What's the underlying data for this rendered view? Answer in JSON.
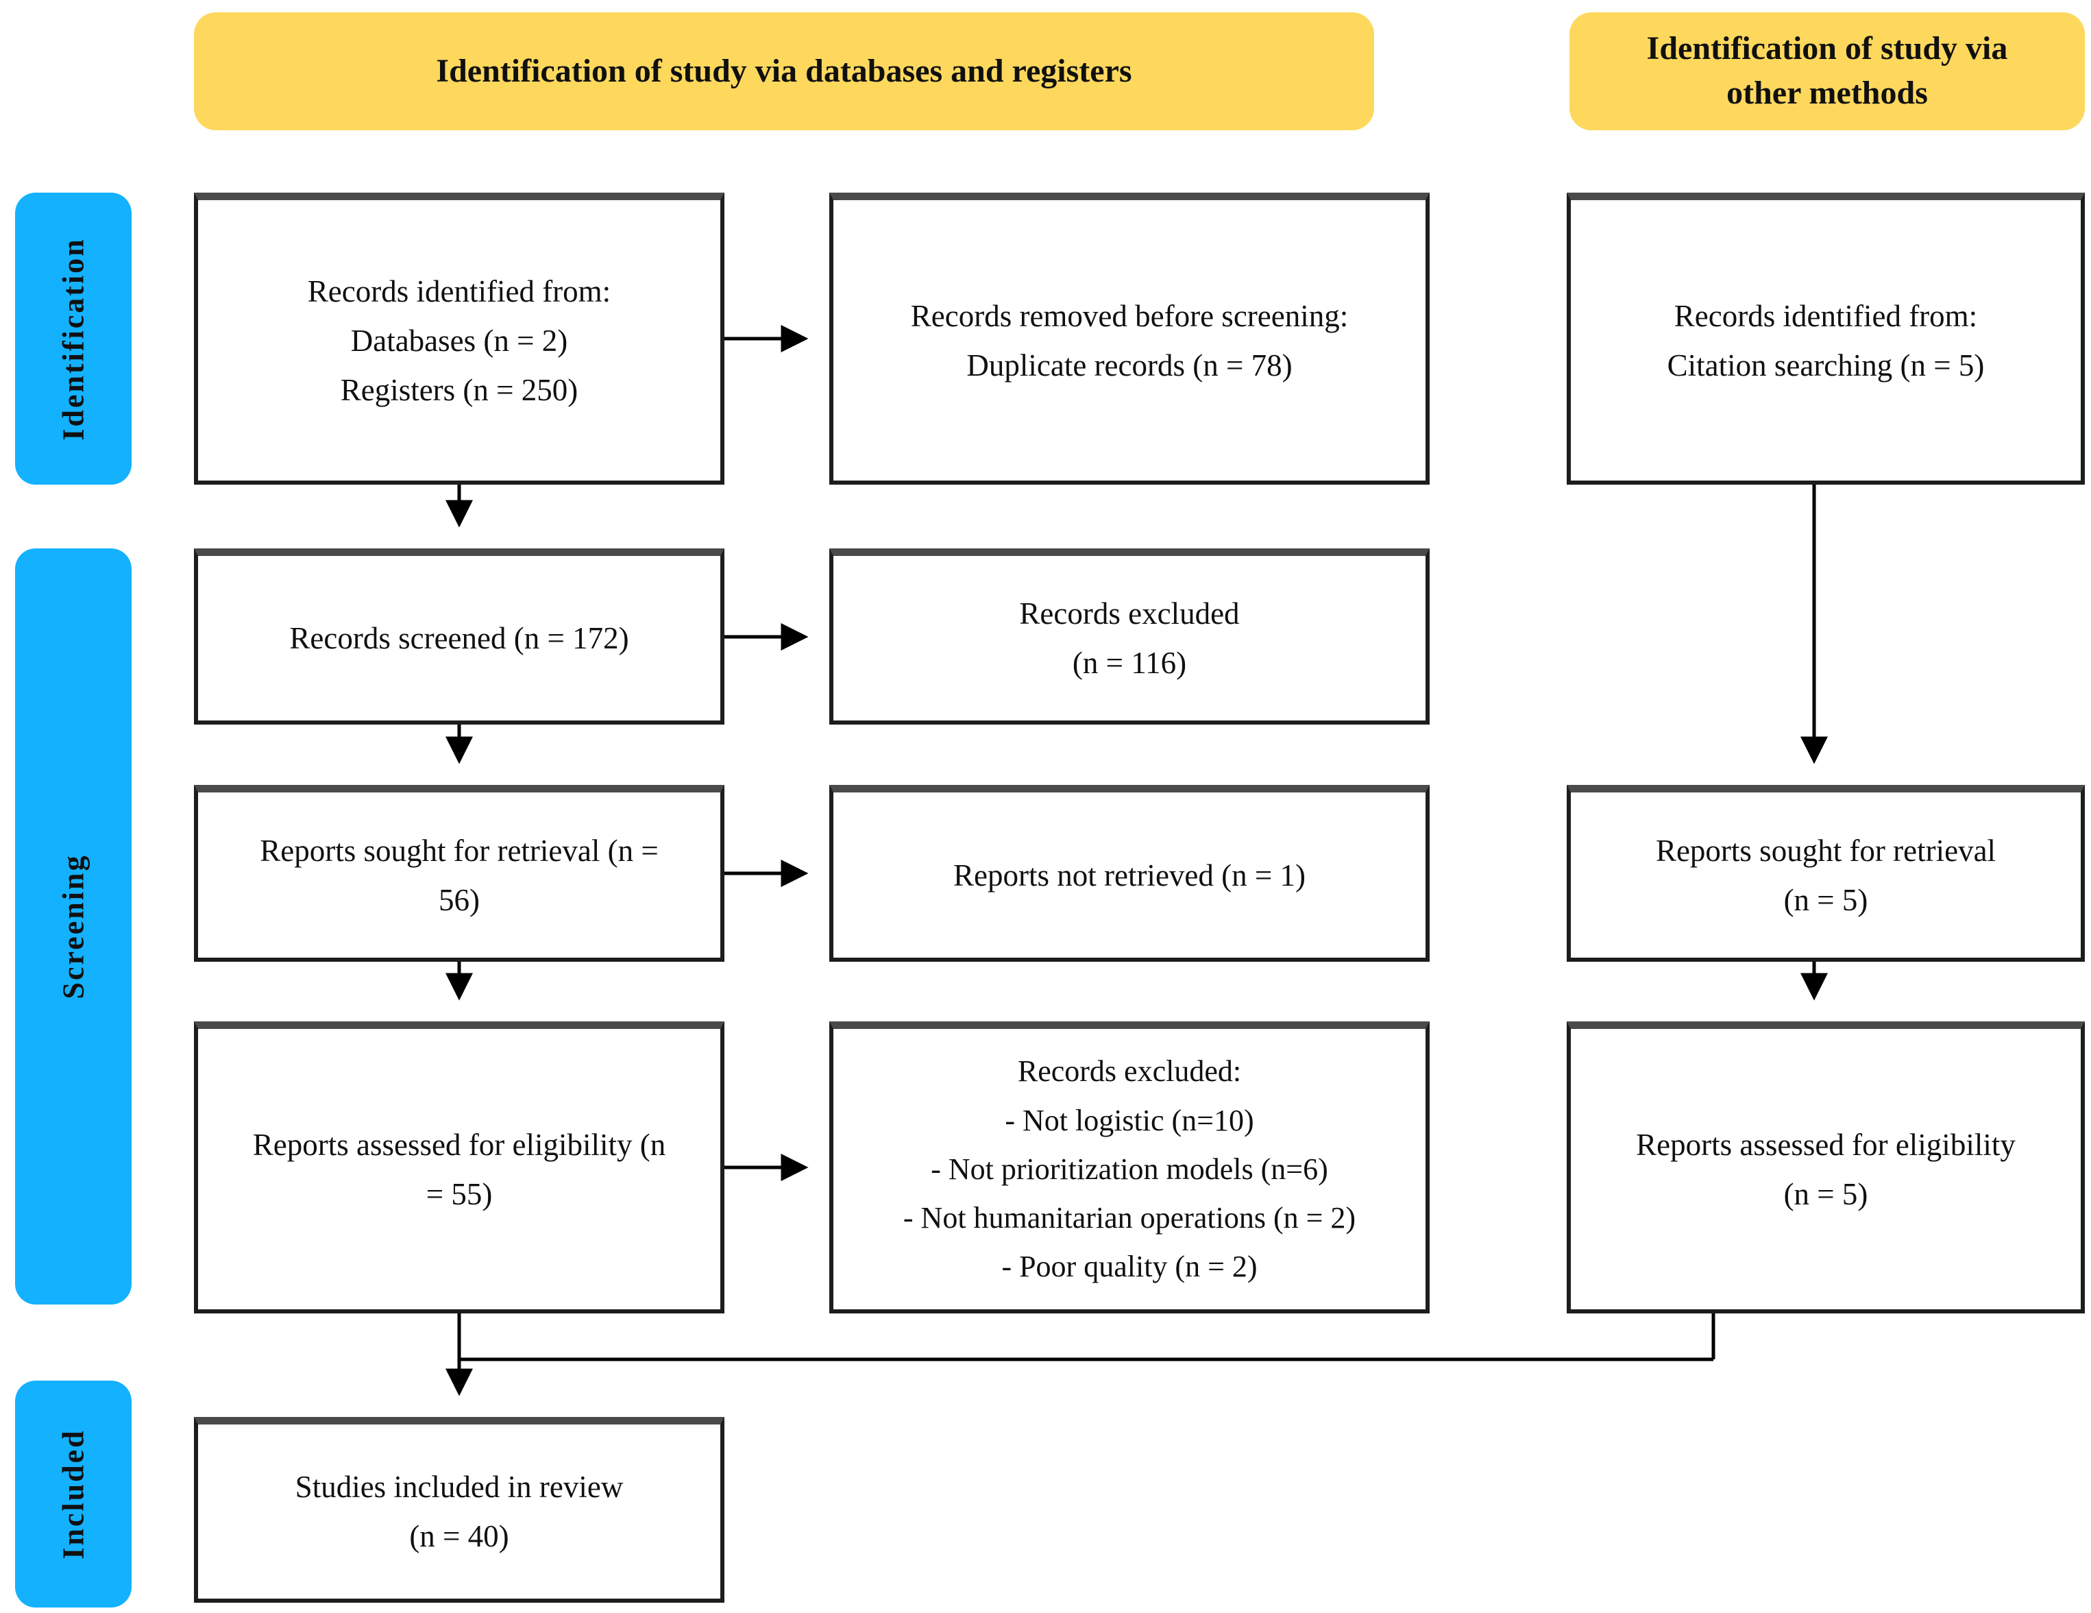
{
  "diagram_type": "PRISMA flow diagram",
  "headers": {
    "databases": "Identification of study via databases and registers",
    "other": "Identification of study via\nother methods"
  },
  "stage_labels": {
    "identification": "Identification",
    "screening": "Screening",
    "included": "Included"
  },
  "boxes": {
    "records_identified": "Records identified from:\nDatabases (n = 2)\nRegisters (n = 250)",
    "records_removed": "Records removed before screening:\nDuplicate records (n = 78)",
    "citation_identified": "Records identified from:\nCitation searching (n = 5)",
    "records_screened": "Records screened (n = 172)",
    "records_excluded": "Records excluded\n(n = 116)",
    "reports_sought": "Reports sought for retrieval (n =\n56)",
    "reports_not_retrieved": "Reports not retrieved (n = 1)",
    "citation_reports_sought": "Reports sought for retrieval\n(n = 5)",
    "reports_assessed": "Reports assessed for eligibility (n\n= 55)",
    "records_excluded_reasons": "Records excluded:\n- Not logistic (n=10)\n- Not prioritization models (n=6)\n- Not humanitarian operations (n = 2)\n- Poor quality (n = 2)",
    "citation_reports_assessed": "Reports assessed for eligibility\n(n = 5)",
    "studies_included": "Studies included in review\n(n = 40)"
  },
  "counts": {
    "databases": 2,
    "registers": 250,
    "duplicates_removed": 78,
    "records_screened": 172,
    "records_excluded": 116,
    "reports_sought": 56,
    "reports_not_retrieved": 1,
    "reports_assessed": 55,
    "excluded_not_logistic": 10,
    "excluded_not_prioritization_models": 6,
    "excluded_not_humanitarian_operations": 2,
    "excluded_poor_quality": 2,
    "citation_searching_identified": 5,
    "citation_reports_sought": 5,
    "citation_reports_assessed": 5,
    "studies_included": 40
  },
  "colors": {
    "header_yellow": "#FDD85D",
    "stage_blue": "#14B1FF",
    "box_border": "#1D1D1D",
    "background": "#FFFFFF"
  }
}
